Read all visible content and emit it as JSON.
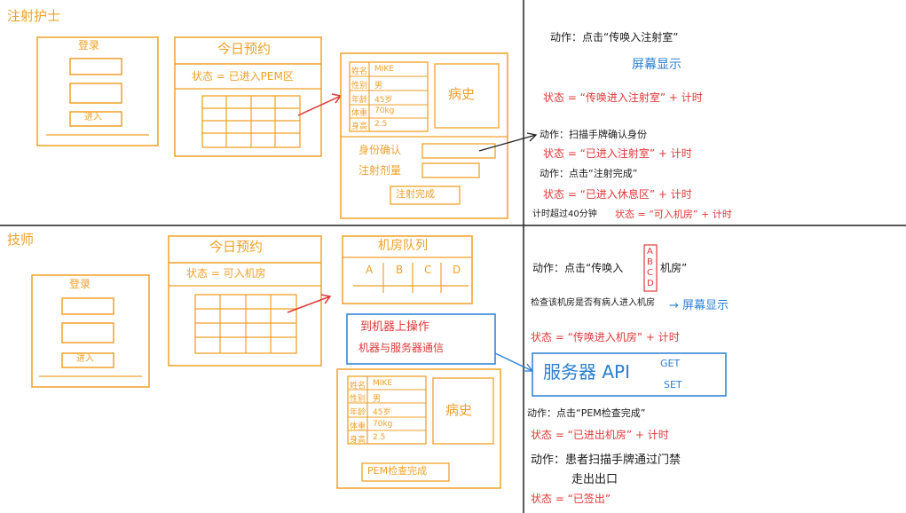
{
  "top": {
    "role": "注射护士",
    "login": {
      "title": "登录",
      "button": "进入"
    },
    "appointments": {
      "title": "今日预约",
      "status": "状态 = 已进入PEM区"
    },
    "patient_card": {
      "rows": [
        [
          "姓名",
          "MIKE"
        ],
        [
          "性别",
          "男"
        ],
        [
          "年龄",
          "45岁"
        ],
        [
          "体重",
          "70kg"
        ],
        [
          "身高",
          "2.5"
        ]
      ],
      "history": "病史",
      "identity": "身份确认",
      "dose": "注射剂量",
      "complete_button": "注射完成"
    },
    "notes": [
      {
        "text": "动作：点击“传唤入注射室”",
        "color": "black"
      },
      {
        "text": "屏幕显示",
        "color": "blue"
      },
      {
        "text": "状态 = “传唤进入注射室” + 计时",
        "color": "red"
      },
      {
        "text": "动作：扫描手牌确认身份",
        "color": "black"
      },
      {
        "text": "状态 = “已进入注射室” + 计时",
        "color": "red"
      },
      {
        "text": "动作：点击“注射完成”",
        "color": "black"
      },
      {
        "text": "状态 = “已进入休息区” + 计时",
        "color": "red"
      },
      {
        "text": "计时超过40分钟",
        "color": "black"
      },
      {
        "text": "状态 = “可入机房” + 计时",
        "color": "red"
      }
    ]
  },
  "bottom": {
    "role": "技师",
    "login": {
      "title": "登录",
      "button": "进入"
    },
    "appointments": {
      "title": "今日预约",
      "status": "状态 = 可入机房"
    },
    "machine_list": {
      "title": "机房队列",
      "columns": [
        "A",
        "B",
        "C",
        "D"
      ]
    },
    "server_box": {
      "line1": "到机器上操作",
      "line2": "机器与服务器通信"
    },
    "patient_card": {
      "rows": [
        [
          "姓名",
          "MIKE"
        ],
        [
          "性别",
          "男"
        ],
        [
          "年龄",
          "45岁"
        ],
        [
          "体重",
          "70kg"
        ],
        [
          "身高",
          "2.5"
        ]
      ],
      "history": "病史",
      "complete_button": "PEM检查完成"
    },
    "api_box": {
      "label": "服务器 API",
      "methods": [
        "GET",
        "SET"
      ]
    },
    "notes": [
      {
        "text": "动作：点击“传唤入",
        "color": "black"
      },
      {
        "text": "机房”",
        "color": "black"
      },
      {
        "text": "ABCD",
        "color": "red"
      },
      {
        "text": "检查该机房是否有病人进入机房",
        "color": "black"
      },
      {
        "text": "→ 屏幕显示",
        "color": "blue"
      },
      {
        "text": "状态 = “传唤进入机房” + 计时",
        "color": "red"
      },
      {
        "text": "动作：点击“PEM检查完成”",
        "color": "black"
      },
      {
        "text": "状态 = “已进出机房” + 计时",
        "color": "red"
      },
      {
        "text": "动作：患者扫描手牌通过门禁",
        "color": "black"
      },
      {
        "text": "走出出口",
        "color": "black"
      },
      {
        "text": "状态 = “已签出”",
        "color": "red"
      }
    ]
  }
}
